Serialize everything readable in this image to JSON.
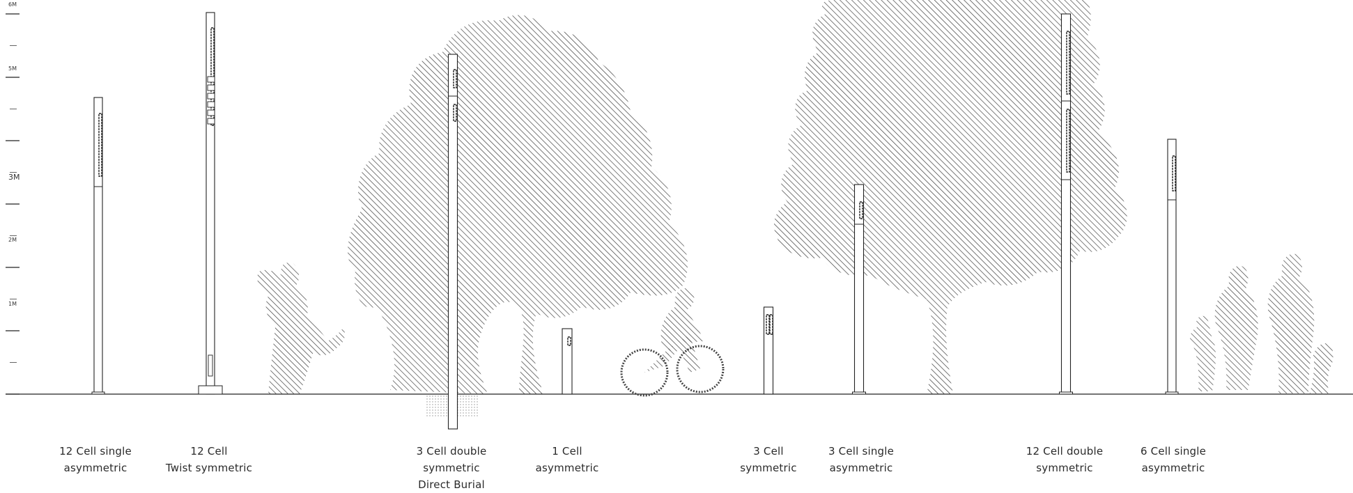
{
  "scale": {
    "labels": [
      "6M",
      "5M",
      "3M",
      "2M",
      "1M"
    ],
    "max_m": 6
  },
  "fixtures": [
    {
      "label_lines": [
        "12 Cell single",
        "asymmetric"
      ]
    },
    {
      "label_lines": [
        "12 Cell",
        "Twist symmetric"
      ]
    },
    {
      "label_lines": [
        "3 Cell double",
        "symmetric",
        "Direct Burial"
      ]
    },
    {
      "label_lines": [
        "1 Cell",
        "asymmetric"
      ]
    },
    {
      "label_lines": [
        "3 Cell",
        "symmetric"
      ]
    },
    {
      "label_lines": [
        "3 Cell single",
        "asymmetric"
      ]
    },
    {
      "label_lines": [
        "12 Cell double",
        "symmetric"
      ]
    },
    {
      "label_lines": [
        "6 Cell single",
        "asymmetric"
      ]
    }
  ],
  "colors": {
    "line": "#222222",
    "hatch": "#333333",
    "background": "#ffffff"
  },
  "icons": [
    "tree-silhouette",
    "person-dog-silhouette",
    "cyclist-silhouette",
    "family-silhouette"
  ]
}
